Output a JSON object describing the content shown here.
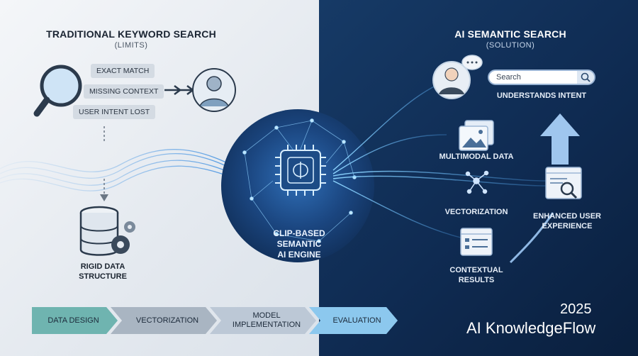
{
  "left": {
    "title": "TRADITIONAL KEYWORD SEARCH",
    "subtitle": "(LIMITS)",
    "pills": [
      "EXACT MATCH",
      "MISSING CONTEXT",
      "USER INTENT LOST"
    ],
    "data_label_1": "RIGID DATA",
    "data_label_2": "STRUCTURE"
  },
  "center": {
    "line1": "CLIP-BASED",
    "line2": "SEMANTIC",
    "line3": "AI ENGINE"
  },
  "right": {
    "title": "AI SEMANTIC SEARCH",
    "subtitle": "(SOLUTION)",
    "search_placeholder": "Search",
    "intent_label": "UNDERSTANDS INTENT",
    "multimodal_label": "MULTIMODAL DATA",
    "vector_label": "VECTORIZATION",
    "contextual_1": "CONTEXTUAL",
    "contextual_2": "RESULTS",
    "ux_1": "ENHANCED USER",
    "ux_2": "EXPERIENCE"
  },
  "pipeline": {
    "steps": [
      "DATA DESIGN",
      "VECTORIZATION",
      "MODEL",
      "IMPLEMENTATION",
      "EVALUATION"
    ]
  },
  "brand": {
    "year": "2025",
    "name": "AI KnowledgeFlow"
  },
  "colors": {
    "left_bg": "#eef1f5",
    "right_bg": "#123460",
    "accent_blue": "#5fb8ff",
    "pipeline_teal": "#6fb4b0"
  }
}
